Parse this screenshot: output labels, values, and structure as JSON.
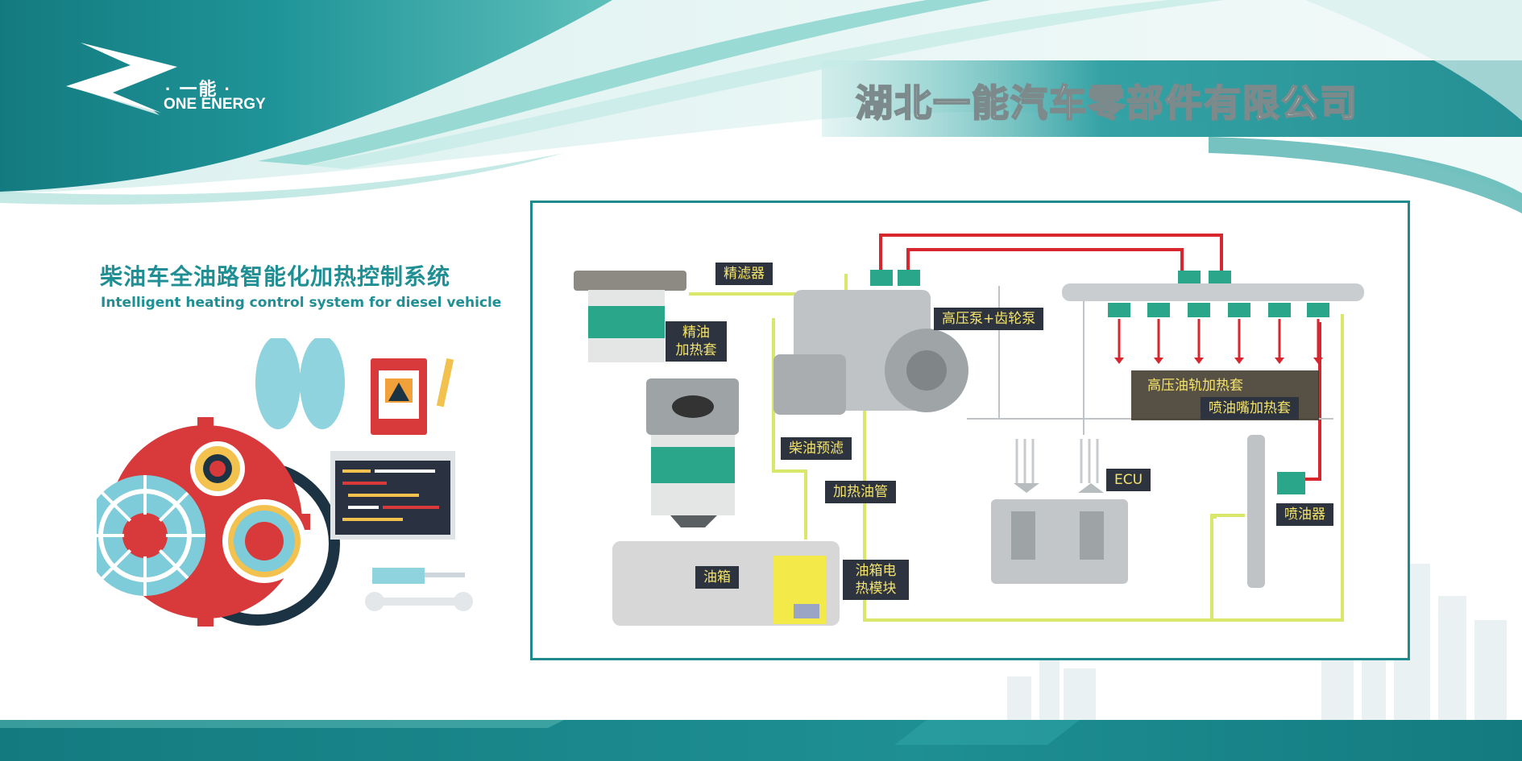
{
  "header": {
    "logo_cn": "· 一能 ·",
    "logo_en": "ONE ENERGY",
    "company_name": "湖北一能汽车零部件有限公司"
  },
  "intro": {
    "title": "柴油车全油路智能化加热控制系统",
    "subtitle": "Intelligent heating control system for diesel vehicle"
  },
  "diagram": {
    "labels": {
      "fine_filter": "精滤器",
      "fine_heater": "精油\n加热套",
      "hp_pump": "高压泵+齿轮泵",
      "rail_heater": "高压油轨加热套",
      "nozzle_heater": "喷油嘴加热套",
      "prefilter": "柴油预滤",
      "heated_pipe": "加热油管",
      "ecu": "ECU",
      "injector": "喷油器",
      "tank": "油箱",
      "tank_module": "油箱电\n热模块"
    }
  },
  "colors": {
    "teal": "#1f8f94",
    "teal_dark": "#137b80",
    "label_bg": "#2d3440",
    "label_text": "#f4e36b",
    "fuel_line": "#d9e86a",
    "hp_line": "#d8262e",
    "heater_green": "#2aa78a"
  },
  "icons": [
    "lightning-logo-icon",
    "gear-icon",
    "brain-icon",
    "notebook-icon",
    "pencil-icon",
    "code-window-icon",
    "screwdriver-icon",
    "wrench-icon"
  ]
}
